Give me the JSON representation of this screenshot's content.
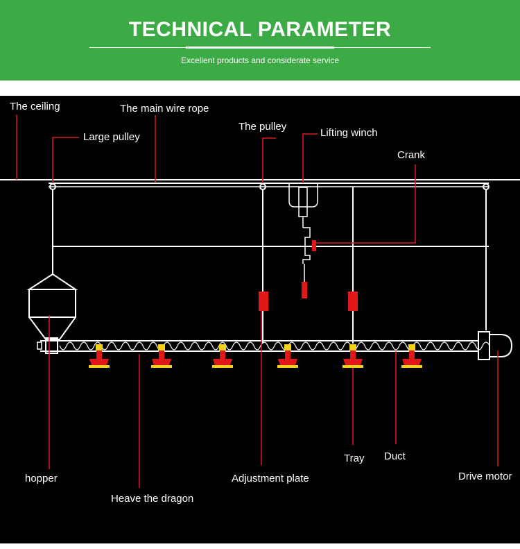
{
  "header": {
    "title": "TECHNICAL PARAMETER",
    "subtitle": "Excellent products and considerate service",
    "background_color": "#3cab45"
  },
  "diagram": {
    "background_color": "#000000",
    "line_color": "#ffffff",
    "leader_color": "#e01818",
    "labels": {
      "ceiling": "The ceiling",
      "main_wire_rope": "The main wire rope",
      "large_pulley": "Large pulley",
      "pulley": "The pulley",
      "lifting_winch": "Lifting winch",
      "crank": "Crank",
      "tray": "Tray",
      "duct": "Duct",
      "hopper": "hopper",
      "adjustment_plate": "Adjustment plate",
      "heave_the_dragon": "Heave the dragon",
      "drive_motor": "Drive motor"
    }
  }
}
